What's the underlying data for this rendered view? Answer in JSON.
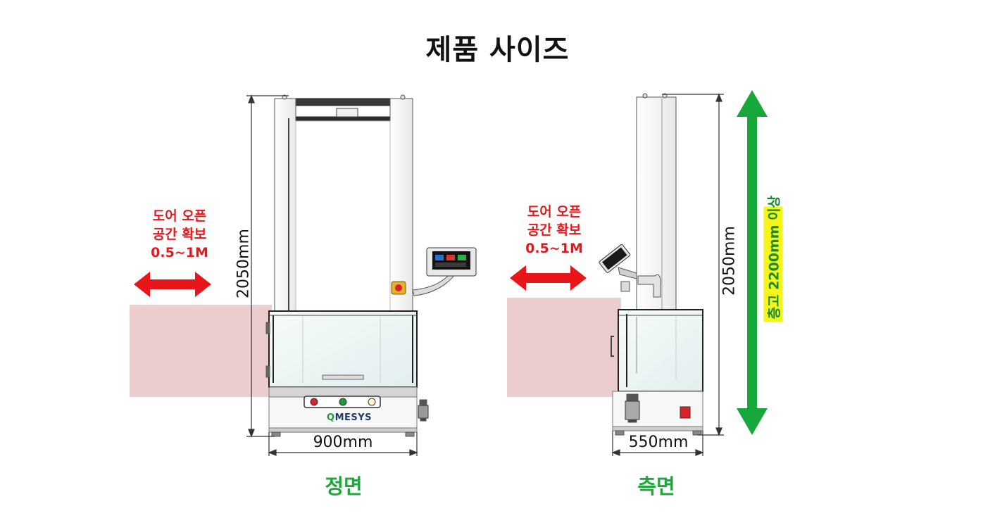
{
  "title": "제품 사이즈",
  "front": {
    "view_label": "정면",
    "width_label": "900mm",
    "height_label": "2050mm",
    "door_note": [
      "도어 오픈",
      "공간 확보",
      "0.5~1M"
    ],
    "brand": "MESYS",
    "brand_mark": "Q"
  },
  "side": {
    "view_label": "측면",
    "width_label": "550mm",
    "height_label": "2050mm",
    "door_note": [
      "도어 오픈",
      "공간 확보",
      "0.5~1M"
    ]
  },
  "ceiling_label": "층고 2200mm 이상",
  "colors": {
    "arrow_red": "#e8161b",
    "arrow_green": "#17a83c",
    "door_zone": "#e9c4c4",
    "label_green": "#1ea83c",
    "highlight": "#f5f51a"
  },
  "icons": [
    "double-arrow-red-icon",
    "double-arrow-green-icon",
    "emergency-stop-icon",
    "touch-panel-icon"
  ]
}
